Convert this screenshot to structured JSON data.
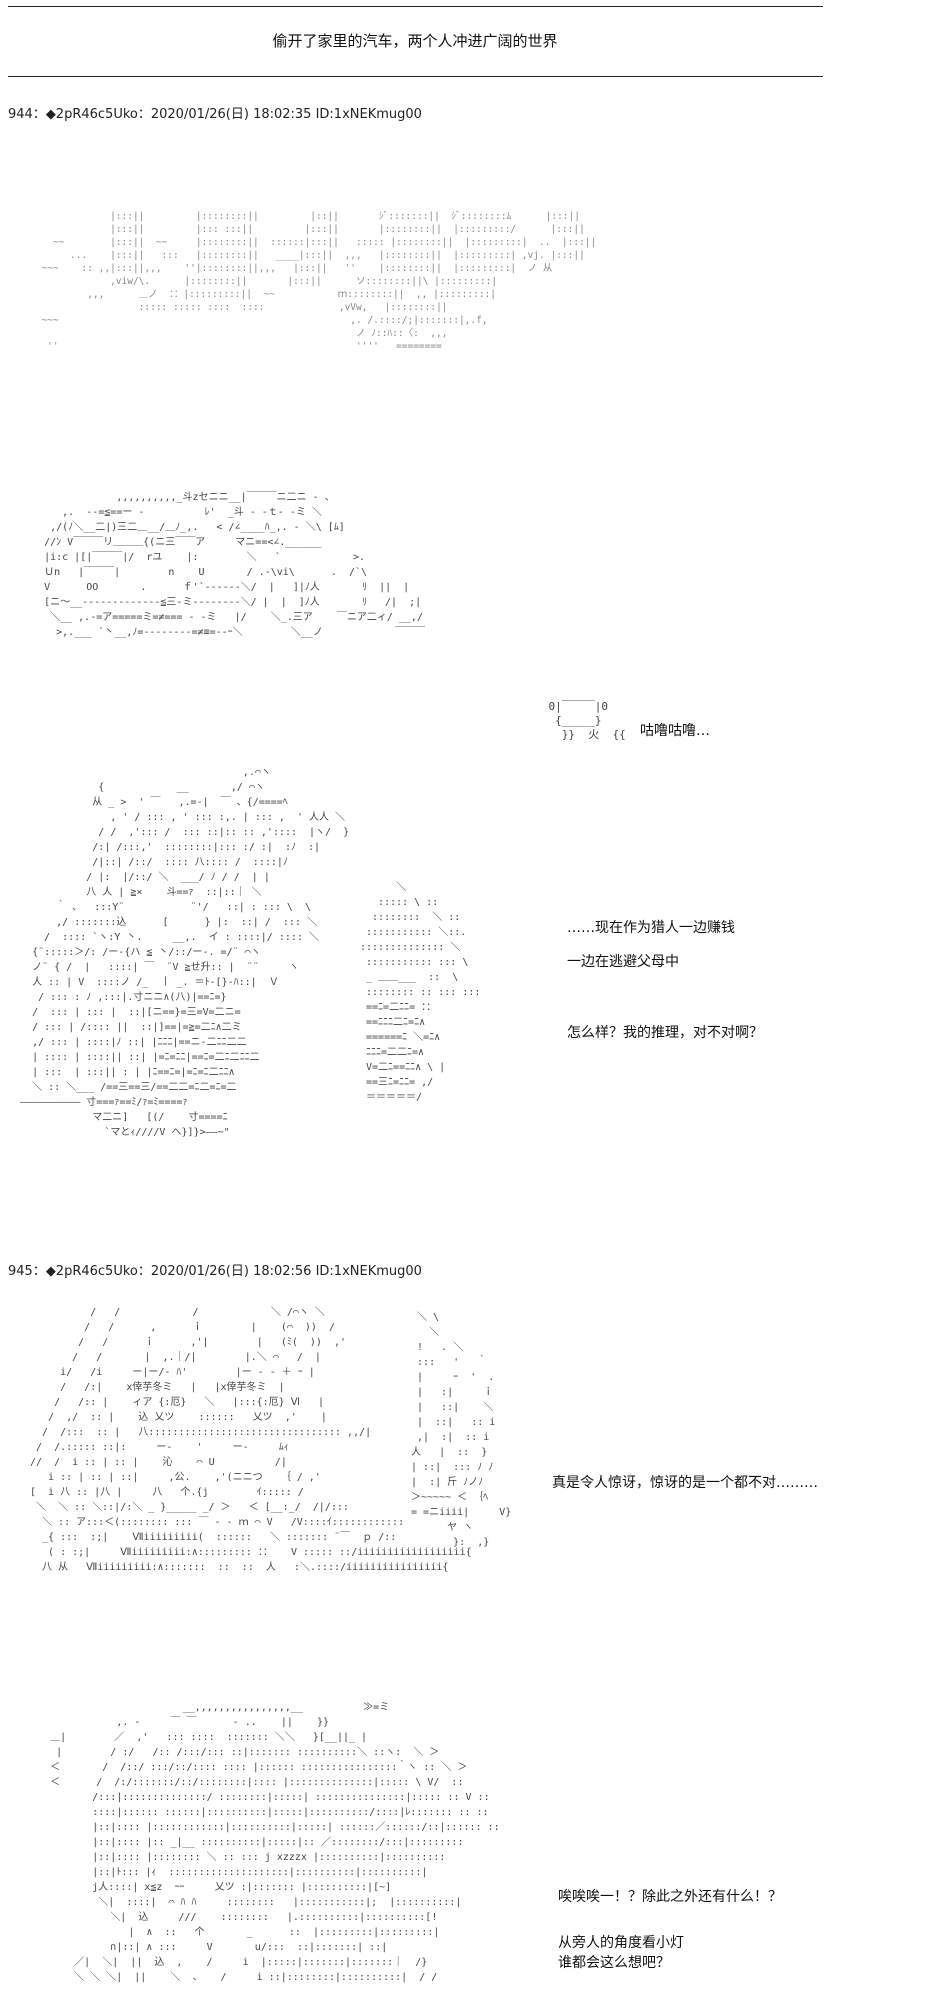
{
  "title": "偷开了家里的汽车，两个人冲进广阔的世界",
  "posts": [
    {
      "number": "944",
      "header": "944：◆2pR46c5Uko：2020/01/26(日) 18:02:35 ID:1xNEKmug00",
      "dialogue": [
        "咕噜咕噜…",
        "……现在作为猎人一边赚钱",
        "一边在逃避父母中",
        "怎么样？我的推理，对不对啊？"
      ]
    },
    {
      "number": "945",
      "header": "945：◆2pR46c5Uko：2020/01/26(日) 18:02:56 ID:1xNEKmug00",
      "dialogue": [
        "真是令人惊讶，惊讶的是一个都不对………",
        "唉唉唉一！？除此之外还有什么！？",
        "从旁人的角度看小灯",
        "谁都会这么想吧？"
      ]
    }
  ],
  "art": {
    "city": "              |:::||         |::::::::||         |::||       ｼﾞ:::::::||  ｼﾞ::::::::ﾑ      |:::||\n              |:::||         |::: :::||         |:::||       |::::::::||  |:::::::::/      |:::||\n    ~~        |:::||  ~~     |::::::::||  ::::::|:::||   ::::: |::::::::||  |:::::::::|  ..  |:::||\n       ...    |:::||   :::   |::::::::||   ____|:::||  ,,,   |::::::::||  |:::::::::| ,vj. |:::||\n  ~~~    :: ,,|:::||,,,    ''|::::::::||,,,   |:::||   ''    |::::::::||  |:::::::::|  ノ 从\n              ,viw/\\.      |::::::::||       |:::||      ソ::::::::||\\ |:::::::::|\n          ,,,      ＿ノ  ：：|:::::::::||  ~~           ｍ::::::::||  ,, |:::::::::|\n                   ::::: ::::: ::::  ::::             ,vVw,   |::::::::||\n  ~~~                                                   ,. /.::::/;|:::::::|,.f,\n                                                         ノ ﾉ::ﾊ::〈:  ,,,\n   ''                                                    ''''   ========",
    "car": "                ,,,,,,,,,,_斗zセニニ__|￣￣￣ニ二ニ ‐ 、\n       ,.  -‐=≦==ー ‐          ﾚ'  _斗 ‐ ‐ｔ‐ ‐ミ ＼\n     ,/(ﾉ＼__二|)三二＿__/＿ﾉ_,.   < /∠____ﾊ_,. ‐ ＼\\ [ﾑ]\n    //ﾝ V￣￣￣リ＿＿＿{(ニ三￣￣ア     マニ==<∠.______\n    |i:c |[|￣￣￣|/  rユ    |:        ＼   `            >.\n    Ｕn   |￣￣￣|        n    U       / .-\\vi\\      .  /`\\\n    V      OO       .      ｆ'`------＼/  |   ]|ﾉ人       ﾘ  ||  |\n    [ニ〜__-------------≦三-ミ--------＼/ |  |  ]ﾉ人       ﾘ   /|  ;|\n     ＼__ ,.‐=ア=====ミ=≠=== ‐ ‐ミ   |/    ＼_.三ア    ￣ニア二ィ/ __,/\n      >,.___ `丶__,ﾉ=--------=≠≡=--ｰ＼        ＼__ノ            ￣￣￣",
    "pot": "    0|￣￣￣|0\n     {_____}\n      }}  火  {{",
    "hat_char": "                                       ,.⌒ヽ\n               {            __       ,/ ⌒ヽ\n              从 _ >  ' ￣   ,.=-|  ￣ 、{/====ﾍ\n                 , ' / ::: , ' ::: :,. | ::: ,  ' 人人 ＼\n               / /  ,'::: /  ::: ::|:: :: ,'::::  |ヽ/  }\n              /:| /:::,'  ::::::::|::: :/ :|  :ﾉ  :|\n              /|::| /::/  :::: 八:::: /  ::::|ﾉ\n             / |:  |/::/ ＼  ___/ ﾉ / /  | |\n             八 人 | ≧×    斗==ｧ  ::|::｜ ＼\n        ｀ 、  :::Y¨           ¨'/   ::| : ::: \\  \\\n        ,/ :::::::込      [      } |:  ::| /  ::: ＼\n      /  :::: `ヽ:Y 丶.     __,.  イ : ::::|/ :::: ＼\n    {¨:::::＞/: /ー‐{ハ ≦ 丶/::/ー‐. =/¨ ⌒ヽ\n    ノ¨ { /  |   ::::| ￣  ¨V ≧せ升:: |  ¨¨     ヽ\n    人 :: | V  ::::ノ /_  丨 _. ＝ﾄ-[}-ﾊ::|  Ｖ\n     / ::: : ﾉ ,:::|.寸ニニ∧(八)|==ﾆ=}\n    /  ::: | ::: |  ::|[ニ==}=三=V=二ニ=\n    / ::: | /:::: ||  ::|]==|=≧=二ﾆ∧二ミ\n    ,/ ::: | ::::|ﾉ ::| |ﾆﾆﾆ|==ニ-二ﾆﾆ二二\n    | :::: | ::::|| ::| |=ﾆ=ﾆﾆ|==ﾆ=二ﾆ二ﾆﾆ二\n    | :::  | :::|| : | |ﾆ==ﾆ=|=ﾆ=ﾆ二ﾆﾆ∧\n    ＼ :: ＼___ /==三==三/==二二=ﾆ二=ﾆ=二\n  ―――――――――― 寸===ｧ==ﾐ/ｧ=ﾐ====ｧ\n              マ二ニ]   [(/    寸====ﾆ\n                `マとｨ////V へ}]}>――~\"",
    "hat_char_right": "      ＼\n   ::::: \\ ::\n  ::::::::  ＼ ::\n ::::::::::: ＼::.\n:::::::::::::: ＼\n ::::::::::: ::: \\\n _ ＿＿___  ::  \\\n :::::::: :: ::: :::\n ==ﾆ=二ﾆﾆ= ：：\n ==ﾆﾆﾆ二ﾆ=ﾆ∧\n ======ﾆ ＼=ﾆ∧\n ﾆﾆﾆ=二二ﾆ=∧\n V=二ﾆ==ﾆﾆ∧ \\ |\n ==三ﾆ=ﾆﾆ= ,/\n ＝＝＝＝＝/",
    "girl1": "          /   /            /            ＼ /⌒ヽ ＼\n         /   /      ,      ｉ        |    (⌒  ))  /\n        /   /      ｉ      ,'|        |   (ﾐ(  ))  ,'\n       /   /       |  ,.｜/|        |.＼ ⌒   /  |\n     i/   /i     ー|ー/‐ ﾊ'        |ー ‐ ‐ ＋ ｰ |\n     /   /:|    x倖芋冬ミ   |   |x倖芋冬ミ  |\n    /   /:: |    ィア {:厄}   ＼   |:::{:厄} Ⅵ   |\n   /  ,/  :: |    込 乂ツ    ::::::   乂ツ  ,'    |\n  /  /:::  :: |   八:::::::::::::::::::::::::::::::: ,,/|\n /  /.::::: ::|:     ー‐    '     ー‐     ﾑｨ\n//  /  i :: | :: |    沁    ⌒ U          /|\n   i :: | :: | ::|     ,公.    ,'(ニニつ   ｛ / ,'\n[  i 八 :: |八 |     八   个.{j        ｲ::::: /\n ＼  ＼ :: ＼::|/:＼ _ }_____ _/ ＞   ＜ [__:_/  /|/:::\n  ＼ :: ア:::＜(:::::::: ::: ￣ ‐ ‐ ｍ ⌒ V   /V::::ｲ::::::::::::\n  _{ :::  :;|    Ⅶiiiiiiiii(  ::::::   ＼ ::::::: ¨￣  ｐ /::\n   ( : :;|     Ⅶiiiiiiiii:∧::::::::: ：：   V ::::: ::/iiiiiiiiiiiiiiiiii{\n  八 从   Ⅶiiiiiiiii:∧:::::::  ::  ::  人   :＼.::::/iiiiiiiiiiiiiiii{",
    "girl1_right": "  ＼ \\\n    ＼\n  !   . ＼\n  :::   '   ｀\n  |     ｰ  '  .\n  |   :|     ｉ\n  |   ::|    ＼\n  |  ::|   :: i\n  ,|  :|  :: i\n 人   |  ::  }\n | ::|  ::: ﾉ ﾉ\n |  :| 斤 ﾉノﾉ\n ＞~~~~~ ＜ ｛ﾍ\n = =ニiiii|     V}\n       ヤ ヽ\n        }:  ,}",
    "girl2": "                           __,,,,,,,,,,,,,,,,__          ≫=ミ\n                ,. ‐     ￣ ￣      ‐ ..    ||    }}\n     ＿|        ／  ,'   ::: ::::  ::::::: ＼＼   }[__||_ |\n      |        / :/   /:: /:::/::: ::|::::::: ::::::::::＼ ::ヽ:  ＼ ＞\n     ＜       /  /::/ :::/::/:::: :::: |:::::: ::::::::::::::::｀ヽ :: ＼ ＞\n     ＜      /  /:/:::::::/::/::::::::|:::: |::::::::::::::|::::: \\ V/  ::\n            /:::|::::::::::::::/ ::::::::|:::::| :::::::::::::::|::::: :: V ::\n            ::::|:::::: ::::::|::::::::::|:::::|::::::::::/::::|ﾚ::::::: :: ::\n            |::|:::: |::::::::::::|::::::::::|:::::| ::::::／::::::/::|:::::: ::\n            |::|:::: |:: _|__ ::::::::::|:::::|:: ／::::::::/:::|:::::::::\n            |::|:::: |:::::::: ＼ :: ::: j xzzzx |::::::::::|::::::::::\n            |::|ﾄ::: |ｨ  ::::::::::::::::::::|::::::::::|::::::::::|\n            j人::::| x≦z  ｰｰ     乂ツ :|::::::: |::::::::::|[~]\n             ＼|  ::::|  ⌒ ﾊ ﾊ     ::::::::   |:::::::::::|;  |::::::::::|\n               ＼|  込     ///    ::::::::   |.::::::::::|::::::::::[!\n                  |  ∧  ::   个       _      ::  |:::::::::|:::::::::|\n               ∩|::| ∧ :::     V       u/:::  ::|:::::::| ::|\n         ／|  ＼|  ||  込  ,    /     i  |:::::|:::::::|:::::::｜  /}\n         ＼ ＼ ＼|  ||    ＼  、   /     i ::|::::::::|::::::::::|  / /"
  }
}
